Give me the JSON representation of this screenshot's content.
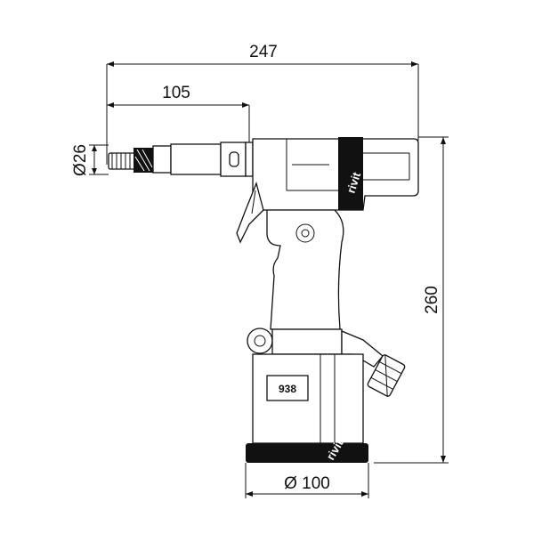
{
  "drawing": {
    "dimensions": {
      "overall_length": "247",
      "nose_length": "105",
      "nose_diameter": "Ø26",
      "height": "260",
      "base_diameter": "Ø 100"
    },
    "model_label": "938",
    "watermark": "rivit"
  }
}
